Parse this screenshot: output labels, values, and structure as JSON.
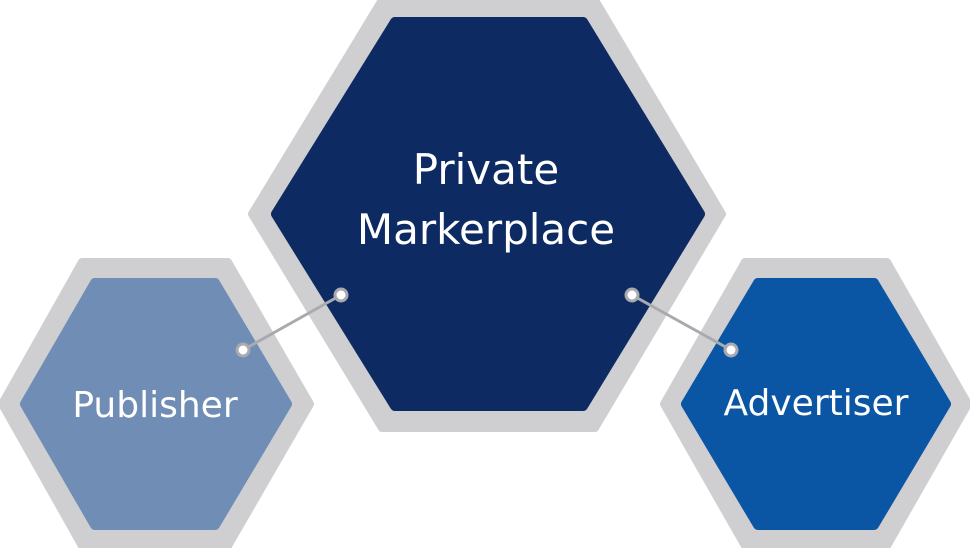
{
  "diagram": {
    "nodes": {
      "center": {
        "line1": "Private",
        "line2": "Markerplace"
      },
      "left": {
        "label": "Publisher"
      },
      "right": {
        "label": "Advertiser"
      }
    },
    "colors": {
      "border": "#cfcfd1",
      "center_fill": "#0e2a63",
      "left_fill": "#6f8db5",
      "right_fill": "#0b55a5",
      "connector": "#a9aaae",
      "connector_dot_stroke": "#a9aaae",
      "connector_dot_fill": "#ffffff",
      "text": "#ffffff"
    }
  }
}
